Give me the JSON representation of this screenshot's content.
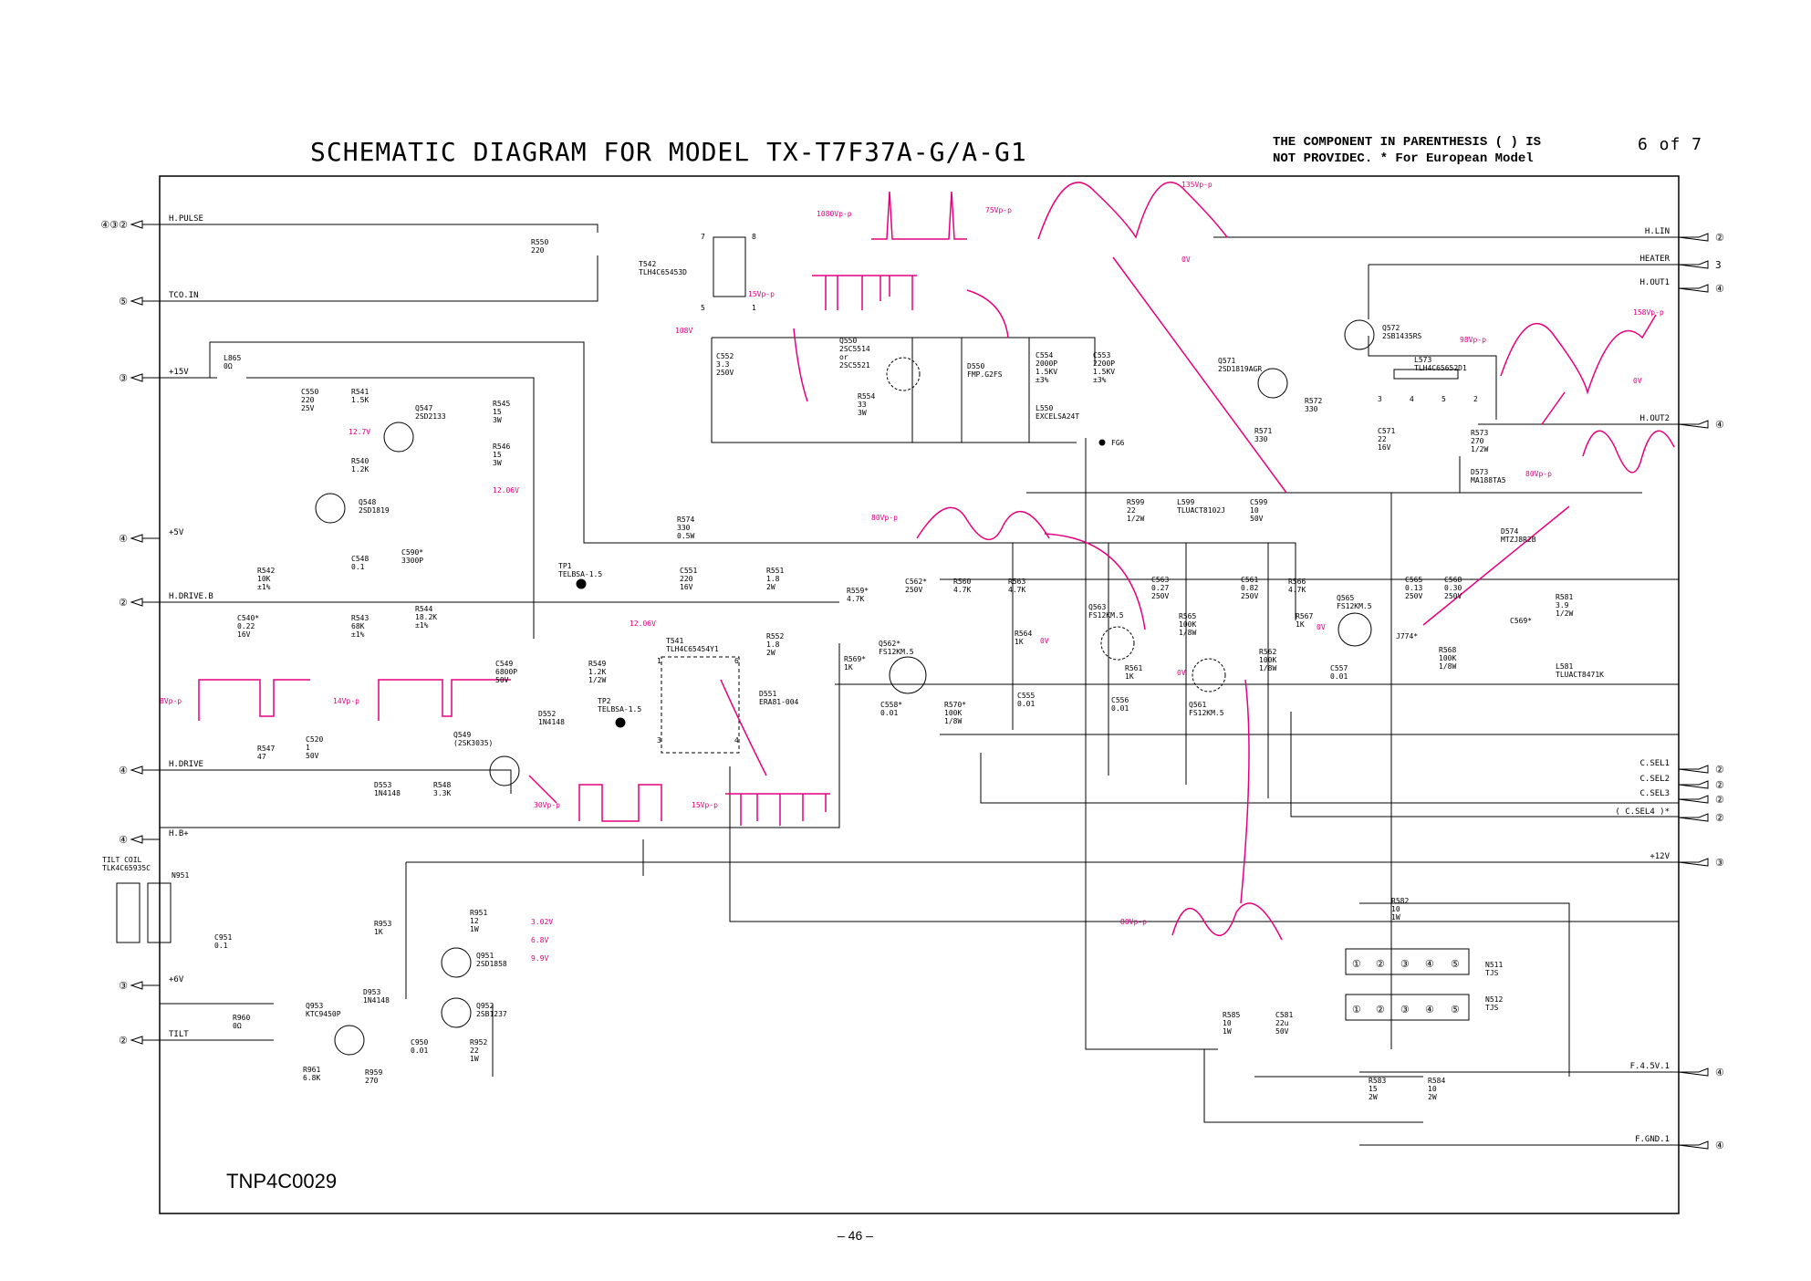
{
  "header": {
    "title": "SCHEMATIC DIAGRAM FOR MODEL  TX-T7F37A-G/A-G1",
    "note_line1": "THE COMPONENT IN PARENTHESIS ( ) IS",
    "note_line2": "NOT PROVIDEC.  * For European Model",
    "page_count": "6 of 7"
  },
  "footer": {
    "board_id": "TNP4C0029",
    "page_number": "– 46 –"
  },
  "colors": {
    "line": "#000000",
    "waveform": "#e6007e"
  },
  "left_signals": [
    {
      "pin": "④③②",
      "name": "H.PULSE"
    },
    {
      "pin": "⑤",
      "name": "TCO.IN"
    },
    {
      "pin": "③",
      "name": "+15V"
    },
    {
      "pin": "④",
      "name": "+5V"
    },
    {
      "pin": "②",
      "name": "H.DRIVE.B"
    },
    {
      "pin": "④",
      "name": "H.DRIVE"
    },
    {
      "pin": "④",
      "name": "H.B+"
    },
    {
      "pin": "③",
      "name": "+6V"
    },
    {
      "pin": "②",
      "name": "TILT"
    }
  ],
  "right_signals": [
    {
      "pin": "②",
      "name": "H.LIN"
    },
    {
      "pin": "3",
      "name": "HEATER"
    },
    {
      "pin": "④",
      "name": "H.OUT1"
    },
    {
      "pin": "④",
      "name": "H.OUT2"
    },
    {
      "pin": "②",
      "name": "C.SEL1"
    },
    {
      "pin": "②",
      "name": "C.SEL2"
    },
    {
      "pin": "②",
      "name": "C.SEL3"
    },
    {
      "pin": "②",
      "name": "( C.SEL4 )*"
    },
    {
      "pin": "③",
      "name": "+12V"
    },
    {
      "pin": "④",
      "name": "F.4.5V.1"
    },
    {
      "pin": "④",
      "name": "F.GND.1"
    }
  ],
  "components": [
    {
      "ref": "R550",
      "value": "220"
    },
    {
      "ref": "T542",
      "value": "TLH4C65453D"
    },
    {
      "ref": "L865",
      "value": "0Ω"
    },
    {
      "ref": "C550",
      "value": "220\n25V"
    },
    {
      "ref": "R541",
      "value": "1.5K"
    },
    {
      "ref": "Q547",
      "value": "2SD2133"
    },
    {
      "ref": "R545",
      "value": "15\n3W"
    },
    {
      "ref": "R546",
      "value": "15\n3W"
    },
    {
      "ref": "R540",
      "value": "1.2K"
    },
    {
      "ref": "Q548",
      "value": "2SD1819"
    },
    {
      "ref": "C548",
      "value": "0.1"
    },
    {
      "ref": "C590*",
      "value": "3300P"
    },
    {
      "ref": "R542",
      "value": "10K\n±1%"
    },
    {
      "ref": "C540*",
      "value": "0.22\n16V"
    },
    {
      "ref": "R543",
      "value": "68K\n±1%"
    },
    {
      "ref": "R544",
      "value": "18.2K\n±1%"
    },
    {
      "ref": "C552",
      "value": "3.3\n250V"
    },
    {
      "ref": "Q550",
      "value": "2SC5514\nor\n2SC5521"
    },
    {
      "ref": "R554",
      "value": "33\n3W"
    },
    {
      "ref": "D550",
      "value": "FMP.G2FS"
    },
    {
      "ref": "C554",
      "value": "2000P\n1.5KV\n±3%"
    },
    {
      "ref": "C553",
      "value": "2200P\n1.5KV\n±3%"
    },
    {
      "ref": "L550",
      "value": "EXCELSA24T"
    },
    {
      "ref": "R574",
      "value": "330\n0.5W"
    },
    {
      "ref": "TP1",
      "value": "TELBSA-1.5"
    },
    {
      "ref": "C551",
      "value": "220\n16V"
    },
    {
      "ref": "R551",
      "value": "1.8\n2W"
    },
    {
      "ref": "R552",
      "value": "1.8\n2W"
    },
    {
      "ref": "T541",
      "value": "TLH4C65454Y1"
    },
    {
      "ref": "C549",
      "value": "6800P\n50V"
    },
    {
      "ref": "R549",
      "value": "1.2K\n1/2W"
    },
    {
      "ref": "D552",
      "value": "1N4148"
    },
    {
      "ref": "TP2",
      "value": "TELBSA-1.5"
    },
    {
      "ref": "D551",
      "value": "ERA81-004"
    },
    {
      "ref": "R547",
      "value": "47"
    },
    {
      "ref": "C520",
      "value": "1\n50V"
    },
    {
      "ref": "D553",
      "value": "1N4148"
    },
    {
      "ref": "R548",
      "value": "3.3K"
    },
    {
      "ref": "Q549",
      "value": "(2SK3035)"
    },
    {
      "ref": "R559*",
      "value": "4.7K"
    },
    {
      "ref": "C562*",
      "value": "250V"
    },
    {
      "ref": "R560",
      "value": "4.7K"
    },
    {
      "ref": "R563",
      "value": "4.7K"
    },
    {
      "ref": "R569*",
      "value": "1K"
    },
    {
      "ref": "Q562*",
      "value": "FS12KM.5"
    },
    {
      "ref": "C558*",
      "value": "0.01"
    },
    {
      "ref": "R570*",
      "value": "100K\n1/8W"
    },
    {
      "ref": "R564",
      "value": "1K"
    },
    {
      "ref": "C555",
      "value": "0.01"
    },
    {
      "ref": "Q563",
      "value": "FS12KM.5"
    },
    {
      "ref": "C563",
      "value": "0.27\n250V"
    },
    {
      "ref": "R565",
      "value": "100K\n1/8W"
    },
    {
      "ref": "R561",
      "value": "1K"
    },
    {
      "ref": "C556",
      "value": "0.01"
    },
    {
      "ref": "Q561",
      "value": "FS12KM.5"
    },
    {
      "ref": "C561",
      "value": "0.82\n250V"
    },
    {
      "ref": "R562",
      "value": "100K\n1/8W"
    },
    {
      "ref": "R566",
      "value": "4.7K"
    },
    {
      "ref": "R567",
      "value": "1K"
    },
    {
      "ref": "C557",
      "value": "0.01"
    },
    {
      "ref": "Q565",
      "value": "FS12KM.5"
    },
    {
      "ref": "C565",
      "value": "0.13\n250V"
    },
    {
      "ref": "C568",
      "value": "0.30\n250V"
    },
    {
      "ref": "J774*",
      "value": ""
    },
    {
      "ref": "R568",
      "value": "100K\n1/8W"
    },
    {
      "ref": "C569*",
      "value": ""
    },
    {
      "ref": "R581",
      "value": "3.9\n1/2W"
    },
    {
      "ref": "L581",
      "value": "TLUACT8471K"
    },
    {
      "ref": "D574",
      "value": "MTZJ8R2B"
    },
    {
      "ref": "R599",
      "value": "22\n1/2W"
    },
    {
      "ref": "L599",
      "value": "TLUACT8102J"
    },
    {
      "ref": "C599",
      "value": "10\n50V"
    },
    {
      "ref": "Q571",
      "value": "2SD1819AGR"
    },
    {
      "ref": "Q572",
      "value": "2SB1435RS"
    },
    {
      "ref": "L573",
      "value": "TLH4C65652D1"
    },
    {
      "ref": "R572",
      "value": "330"
    },
    {
      "ref": "R571",
      "value": "330"
    },
    {
      "ref": "C571",
      "value": "22\n16V"
    },
    {
      "ref": "R573",
      "value": "270\n1/2W"
    },
    {
      "ref": "D573",
      "value": "MA188TA5"
    },
    {
      "ref": "N951",
      "value": ""
    },
    {
      "ref": "C951",
      "value": "0.1"
    },
    {
      "ref": "R953",
      "value": "1K"
    },
    {
      "ref": "R951",
      "value": "12\n1W"
    },
    {
      "ref": "Q951",
      "value": "2SD1858"
    },
    {
      "ref": "D953",
      "value": "1N4148"
    },
    {
      "ref": "Q952",
      "value": "2SB1237"
    },
    {
      "ref": "Q953",
      "value": "KTC9450P"
    },
    {
      "ref": "R960",
      "value": "0Ω"
    },
    {
      "ref": "C950",
      "value": "0.01"
    },
    {
      "ref": "R952",
      "value": "22\n1W"
    },
    {
      "ref": "R961",
      "value": "6.8K"
    },
    {
      "ref": "R959",
      "value": "270"
    },
    {
      "ref": "R582",
      "value": "10\n1W"
    },
    {
      "ref": "N511",
      "value": "TJS"
    },
    {
      "ref": "N512",
      "value": "TJS"
    },
    {
      "ref": "R585",
      "value": "10\n1W"
    },
    {
      "ref": "C581",
      "value": "22u\n50V"
    },
    {
      "ref": "R583",
      "value": "15\n2W"
    },
    {
      "ref": "R584",
      "value": "10\n2W"
    }
  ],
  "other_labels": {
    "tilt_coil": "TILT COIL",
    "tilt_coil_part": "TLK4C65935C",
    "fg6": "FG6",
    "n108v": "108V",
    "t542_pins": [
      "7",
      "8",
      "5",
      "1"
    ],
    "t541_pins": [
      "1",
      "6",
      "3",
      "4"
    ],
    "l573_pins": [
      "3",
      "4",
      "5",
      "2"
    ],
    "conn_pins": [
      "①",
      "②",
      "③",
      "④",
      "⑤"
    ]
  },
  "voltages": {
    "v12_7": "12.7V",
    "v12_06a": "12.06V",
    "v12_06b": "12.06V",
    "q951_1": "3.02V",
    "q951_2": "6.8V",
    "q951_3": "9.9V",
    "zero": "0V"
  },
  "waveforms": [
    {
      "id": "w1080",
      "label": "1080Vp-p"
    },
    {
      "id": "w75",
      "label": "75Vp-p"
    },
    {
      "id": "w135",
      "label": "135Vp-p"
    },
    {
      "id": "w0a",
      "label": "0V"
    },
    {
      "id": "w15a",
      "label": "15Vp-p"
    },
    {
      "id": "w98",
      "label": "98Vp-p"
    },
    {
      "id": "w158",
      "label": "158Vp-p"
    },
    {
      "id": "w0b",
      "label": "0V"
    },
    {
      "id": "w80a",
      "label": "80Vp-p"
    },
    {
      "id": "w80b",
      "label": "80Vp-p"
    },
    {
      "id": "w8",
      "label": "8Vp-p"
    },
    {
      "id": "w14",
      "label": "14Vp-p"
    },
    {
      "id": "w30",
      "label": "30Vp-p"
    },
    {
      "id": "w15b",
      "label": "15Vp-p"
    },
    {
      "id": "w80c",
      "label": "80Vp-p"
    }
  ]
}
